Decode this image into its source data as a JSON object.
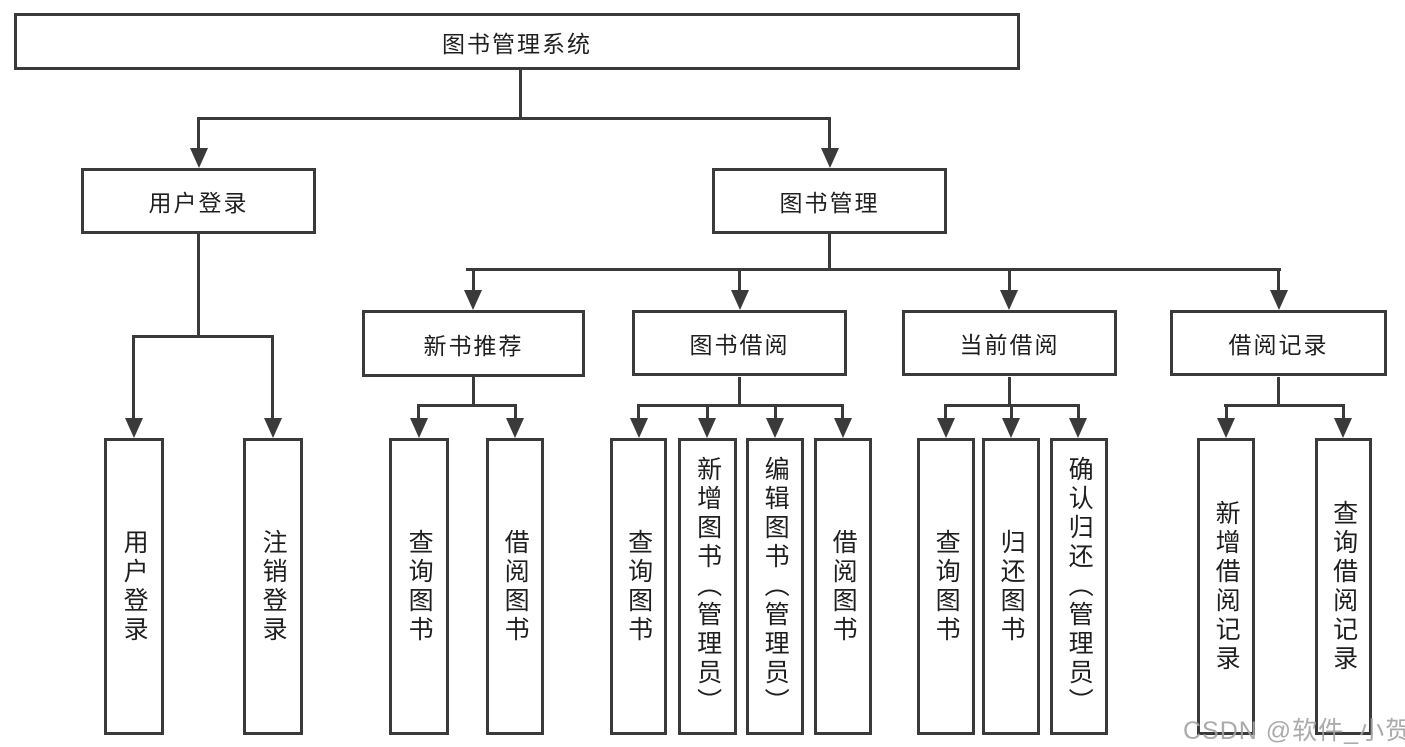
{
  "diagram": {
    "title": "图书管理系统",
    "watermark": "CSDN @软件_小贺同学",
    "colors": {
      "line": "#3a3a3a",
      "text": "#1f1f1f",
      "background": "#ffffff",
      "watermark": "#a3a3a3"
    },
    "root": {
      "label": "图书管理系统"
    },
    "level2": [
      {
        "label": "用户登录"
      },
      {
        "label": "图书管理"
      }
    ],
    "level3": [
      {
        "label": "新书推荐"
      },
      {
        "label": "图书借阅"
      },
      {
        "label": "当前借阅"
      },
      {
        "label": "借阅记录"
      }
    ],
    "leaves": {
      "user_login": [
        "用户登录",
        "注销登录"
      ],
      "new_books": [
        "查询图书",
        "借阅图书"
      ],
      "book_borrow": [
        "查询图书",
        "新增图书（管理员）",
        "编辑图书（管理员）",
        "借阅图书"
      ],
      "current_borrow": [
        "查询图书",
        "归还图书",
        "确认归还（管理员）"
      ],
      "borrow_records": [
        "新增借阅记录",
        "查询借阅记录"
      ]
    }
  }
}
